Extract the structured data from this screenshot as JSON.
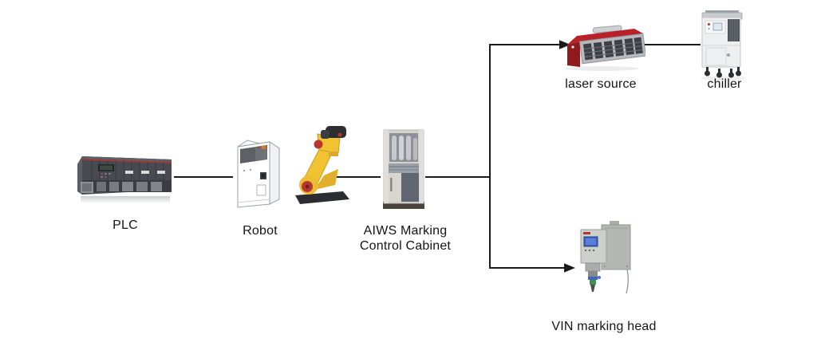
{
  "diagram": {
    "labels": {
      "plc": "PLC",
      "robot": "Robot",
      "aiws_line1": "AIWS Marking",
      "aiws_line2": "Control Cabinet",
      "laser_source": "laser source",
      "chiller": "chiller",
      "vin_marking_head": "VIN marking head"
    },
    "nodes": [
      {
        "id": "plc",
        "label": "PLC"
      },
      {
        "id": "robot",
        "label": "Robot"
      },
      {
        "id": "aiws_cabinet",
        "label": "AIWS Marking Control Cabinet"
      },
      {
        "id": "laser_source",
        "label": "laser source"
      },
      {
        "id": "chiller",
        "label": "chiller"
      },
      {
        "id": "vin_marking_head",
        "label": "VIN marking head"
      }
    ],
    "connections": [
      {
        "from": "plc",
        "to": "robot",
        "style": "line"
      },
      {
        "from": "robot",
        "to": "aiws_cabinet",
        "style": "line"
      },
      {
        "from": "aiws_cabinet",
        "to": "laser_source",
        "style": "arrow"
      },
      {
        "from": "aiws_cabinet",
        "to": "vin_marking_head",
        "style": "arrow"
      },
      {
        "from": "laser_source",
        "to": "chiller",
        "style": "line"
      }
    ],
    "colors": {
      "connector": "#1a1a1a",
      "robot_yellow": "#f1c232",
      "laser_red": "#a81f24",
      "background": "#ffffff"
    }
  }
}
